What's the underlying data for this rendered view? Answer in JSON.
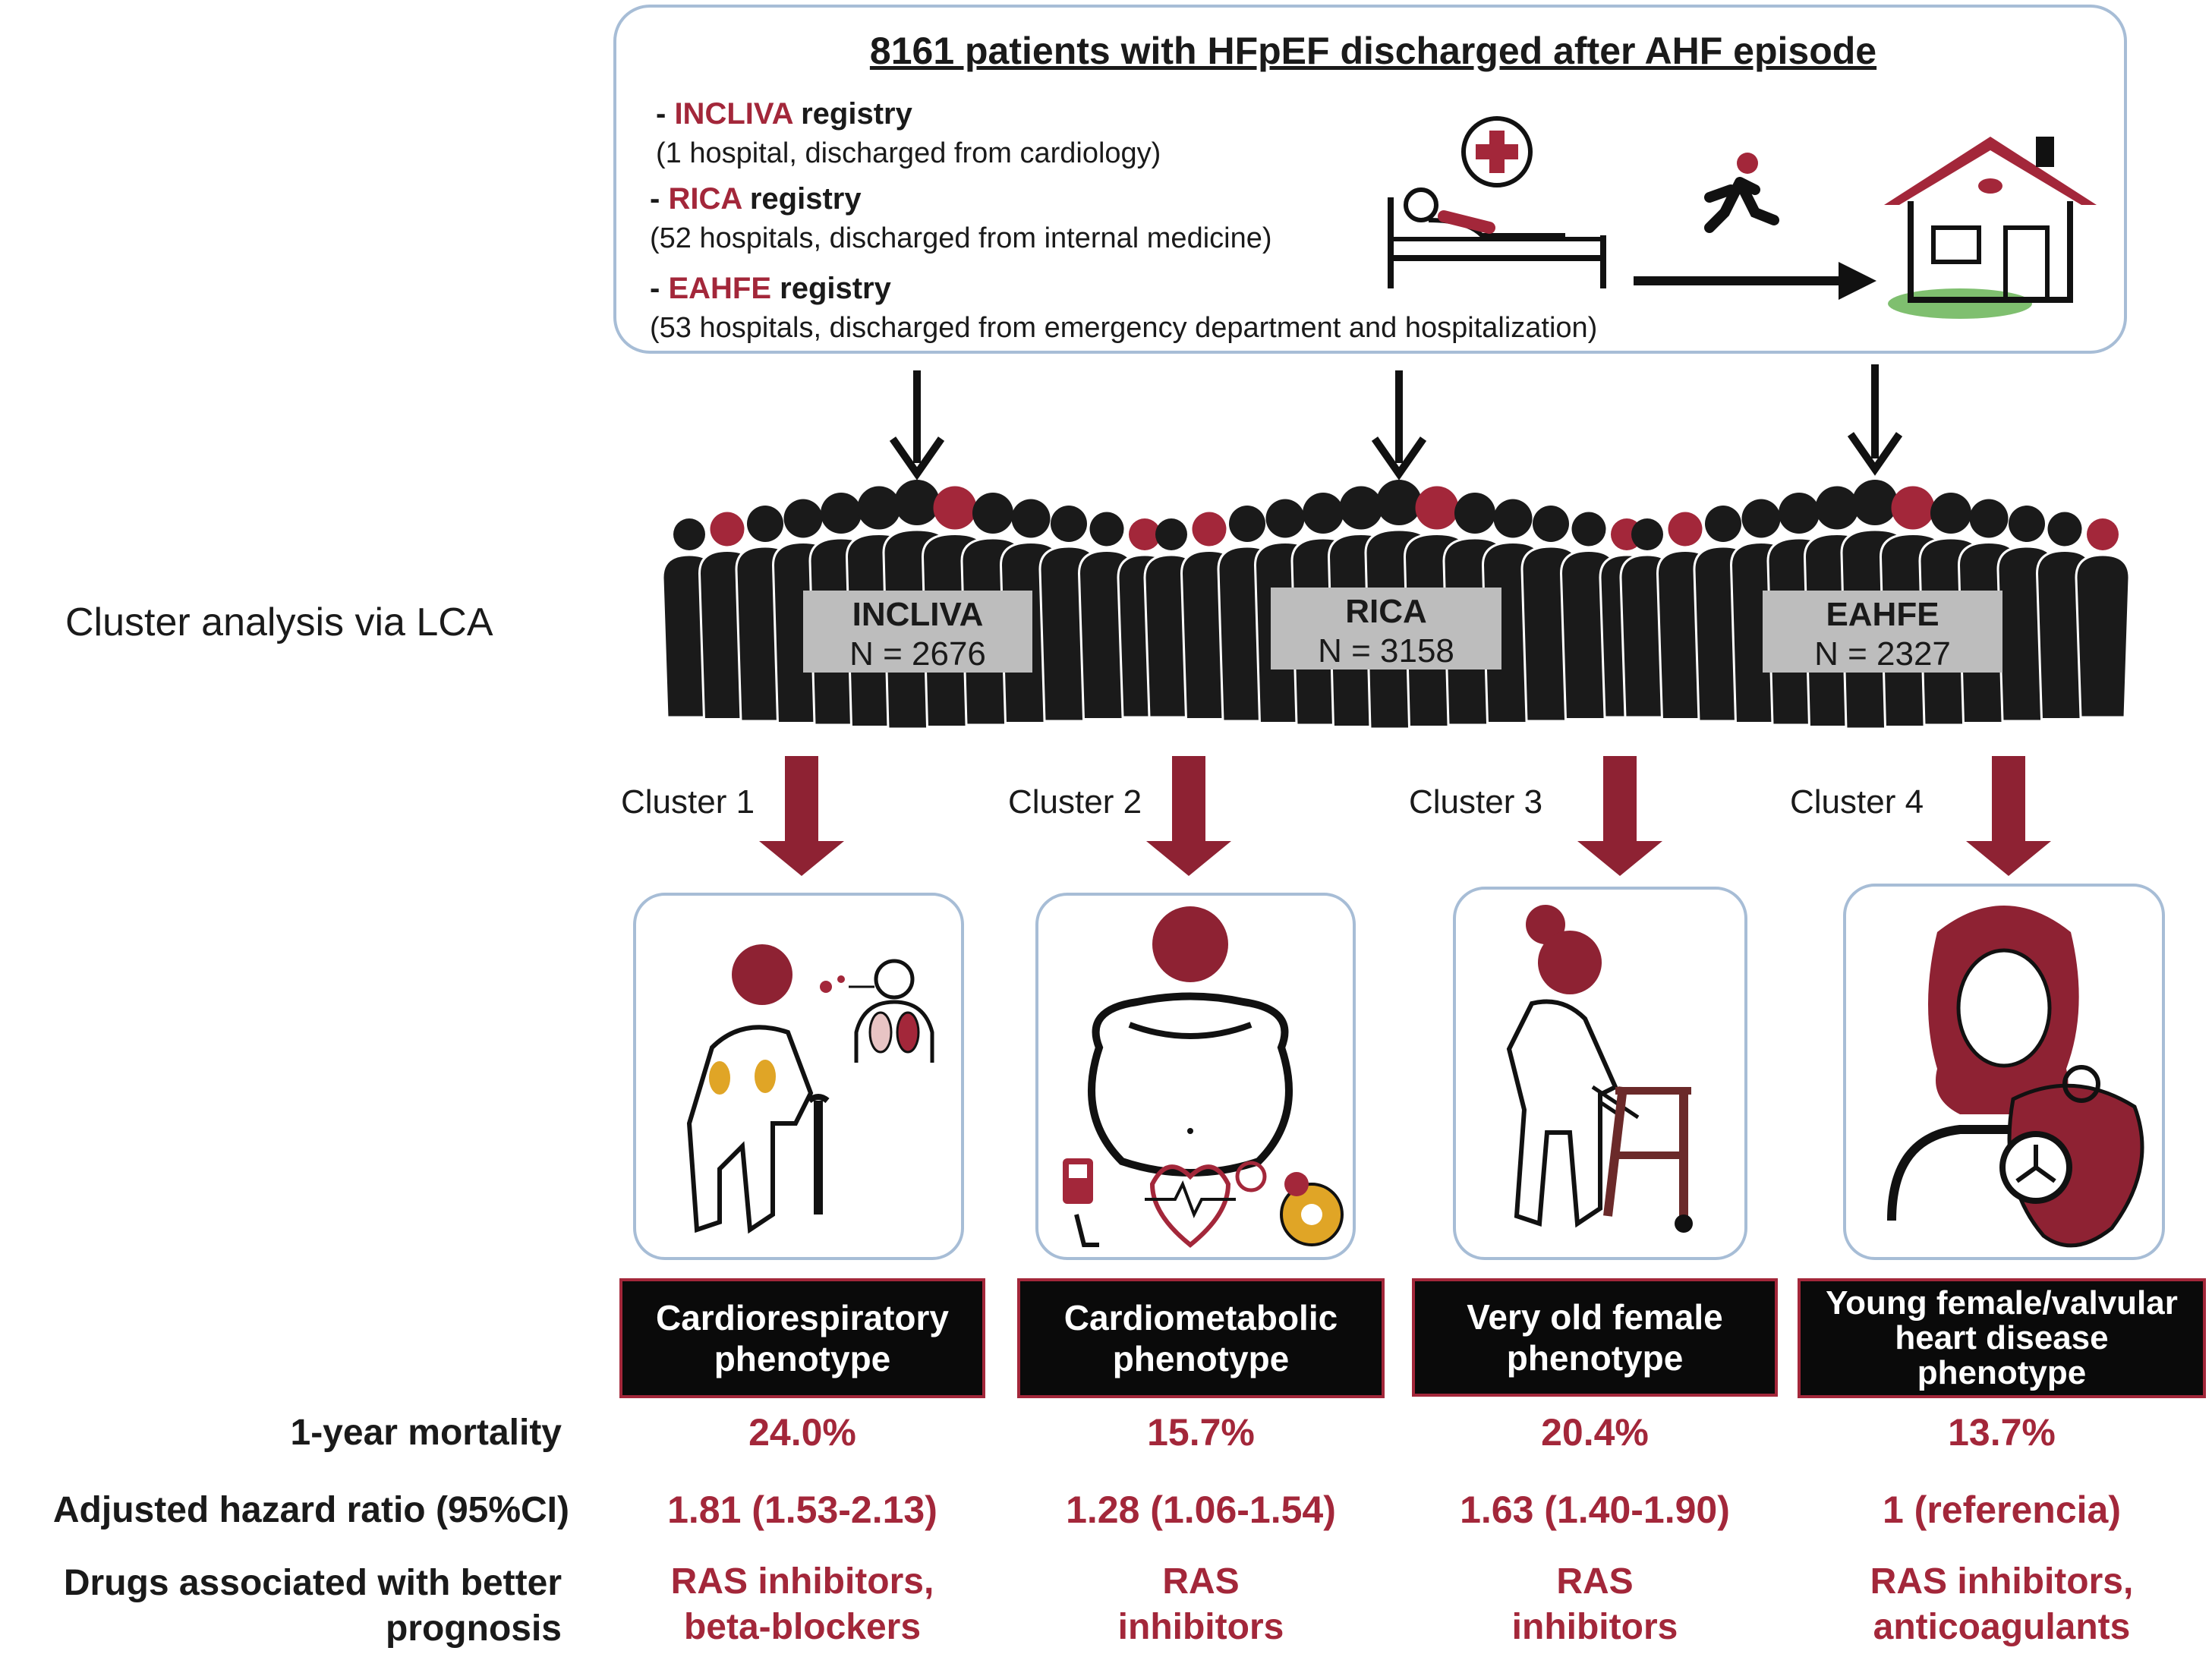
{
  "top": {
    "title": "8161 patients with HFpEF discharged after AHF episode",
    "registries": [
      {
        "dash": "- ",
        "name": "INCLIVA",
        "suffix": " registry",
        "detail": "(1 hospital, discharged from cardiology)"
      },
      {
        "dash": "- ",
        "name": "RICA",
        "suffix": " registry",
        "detail": "(52 hospitals, discharged from internal medicine)"
      },
      {
        "dash": "- ",
        "name": "EAHFE",
        "suffix": " registry",
        "detail": "(53 hospitals, discharged from emergency department and hospitalization)"
      }
    ]
  },
  "left_label": "Cluster analysis via LCA",
  "cohorts": [
    {
      "name": "INCLIVA",
      "n": "N = 2676"
    },
    {
      "name": "RICA",
      "n": "N = 3158"
    },
    {
      "name": "EAHFE",
      "n": "N = 2327"
    }
  ],
  "clusters": [
    {
      "label": "Cluster 1",
      "phenotype_line1": "Cardiorespiratory",
      "phenotype_line2": "phenotype",
      "phenotype_line3": "",
      "mortality": "24.0%",
      "hr": "1.81 (1.53-2.13)",
      "drugs_line1": "RAS inhibitors,",
      "drugs_line2": "beta-blockers"
    },
    {
      "label": "Cluster 2",
      "phenotype_line1": "Cardiometabolic",
      "phenotype_line2": "phenotype",
      "phenotype_line3": "",
      "mortality": "15.7%",
      "hr": "1.28 (1.06-1.54)",
      "drugs_line1": "RAS",
      "drugs_line2": "inhibitors"
    },
    {
      "label": "Cluster 3",
      "phenotype_line1": "Very old female",
      "phenotype_line2": "phenotype",
      "phenotype_line3": "",
      "mortality": "20.4%",
      "hr": "1.63 (1.40-1.90)",
      "drugs_line1": "RAS",
      "drugs_line2": "inhibitors"
    },
    {
      "label": "Cluster 4",
      "phenotype_line1": "Young female/valvular",
      "phenotype_line2": "heart disease",
      "phenotype_line3": "phenotype",
      "mortality": "13.7%",
      "hr": "1 (referencia)",
      "drugs_line1": "RAS inhibitors,",
      "drugs_line2": "anticoagulants"
    }
  ],
  "rows": {
    "mortality_label": "1-year mortality",
    "hr_label": "Adjusted hazard ratio (95%CI)",
    "drugs_label_line1": "Drugs associated with better",
    "drugs_label_line2": "prognosis"
  },
  "colors": {
    "accent": "#a3273a",
    "box_border": "#a7bdd6",
    "crowd": "#1a1a1a",
    "grey_label": "#bdbdbd"
  },
  "icons": [
    "hospital-bed-icon",
    "walking-person-icon",
    "house-icon",
    "elderly-man-cane-icon",
    "lungs-icon",
    "obese-person-icon",
    "glucose-meter-icon",
    "heart-rate-icon",
    "donut-icon",
    "old-woman-walker-icon",
    "young-woman-icon",
    "heart-valve-icon"
  ]
}
